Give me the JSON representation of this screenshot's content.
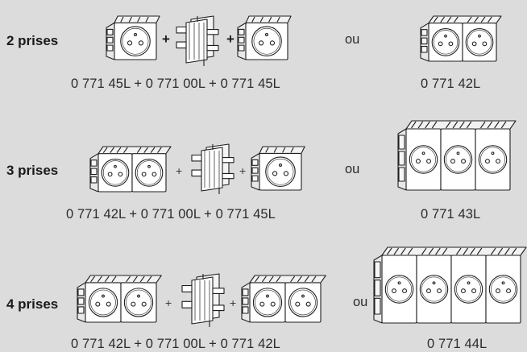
{
  "rows": [
    {
      "label": "2 prises",
      "plus1": "+",
      "plus2": "+",
      "or": "ou",
      "combo_refs": "0 771 45L + 0 771 00L + 0 771 45L",
      "single_ref": "0 771 42L"
    },
    {
      "label": "3 prises",
      "plus1": "+",
      "plus2": "+",
      "or": "ou",
      "combo_refs": "0 771 42L + 0 771 00L + 0 771 45L",
      "single_ref": "0 771 43L"
    },
    {
      "label": "4 prises",
      "plus1": "+",
      "plus2": "+",
      "or": "ou",
      "combo_refs": "0 771 42L + 0 771 00L + 0 771 42L",
      "single_ref": "0 771 44L"
    }
  ]
}
